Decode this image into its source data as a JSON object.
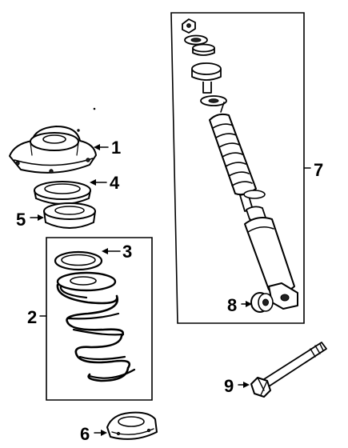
{
  "callouts": {
    "c1": "1",
    "c2": "2",
    "c3": "3",
    "c4": "4",
    "c5": "5",
    "c6": "6",
    "c7": "7",
    "c8": "8",
    "c9": "9"
  },
  "colors": {
    "ink": "#000000",
    "paper": "#ffffff",
    "shade": "#222222"
  }
}
